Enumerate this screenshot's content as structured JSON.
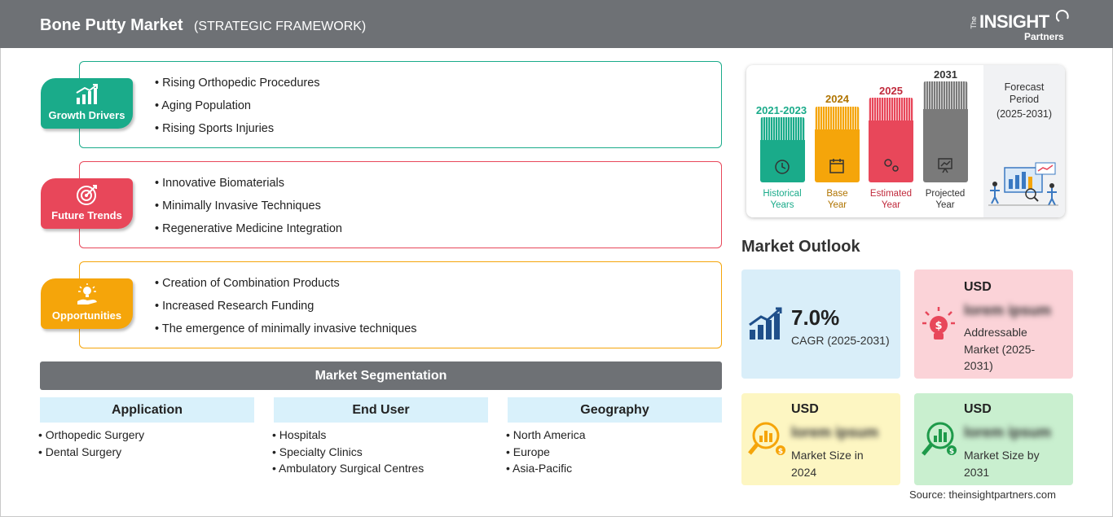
{
  "header": {
    "title": "Bone Putty Market",
    "subtitle": "(STRATEGIC FRAMEWORK)",
    "logo": {
      "the": "The",
      "insight": "INSIGHT",
      "partners": "Partners"
    }
  },
  "framework": [
    {
      "label": "Growth Drivers",
      "icon": "growth-chart-icon",
      "color": "#1aab8a",
      "items": [
        "• Rising Orthopedic Procedures",
        "• Aging Population",
        "• Rising Sports Injuries"
      ]
    },
    {
      "label": "Future Trends",
      "icon": "target-icon",
      "color": "#e8475a",
      "items": [
        "• Innovative Biomaterials",
        "• Minimally Invasive Techniques",
        "• Regenerative Medicine Integration"
      ]
    },
    {
      "label": "Opportunities",
      "icon": "lightbulb-hand-icon",
      "color": "#f5a50a",
      "items": [
        "• Creation of Combination Products",
        "• Increased Research Funding",
        "• The emergence of minimally invasive techniques"
      ]
    }
  ],
  "segmentation": {
    "title": "Market Segmentation",
    "columns": [
      {
        "head": "Application",
        "items": [
          "• Orthopedic Surgery",
          "• Dental Surgery"
        ]
      },
      {
        "head": "End User",
        "items": [
          "• Hospitals",
          "• Specialty Clinics",
          "• Ambulatory Surgical Centres"
        ]
      },
      {
        "head": "Geography",
        "items": [
          "• North America",
          "• Europe",
          "• Asia-Pacific"
        ]
      }
    ]
  },
  "timeline": {
    "periods": [
      {
        "year": "2021-2023",
        "caption1": "Historical",
        "caption2": "Years",
        "color": "#1aab8a",
        "icon": "history-icon"
      },
      {
        "year": "2024",
        "caption1": "Base",
        "caption2": "Year",
        "color": "#f5a50a",
        "icon": "calendar-icon"
      },
      {
        "year": "2025",
        "caption1": "Estimated",
        "caption2": "Year",
        "color": "#e8475a",
        "icon": "gears-icon"
      },
      {
        "year": "2031",
        "caption1": "Projected",
        "caption2": "Year",
        "color": "#7a7a7a",
        "icon": "presentation-icon"
      }
    ],
    "forecast": {
      "line1": "Forecast",
      "line2": "Period",
      "line3": "(2025-2031)"
    }
  },
  "outlook": {
    "title": "Market Outlook",
    "cagr": {
      "value": "7.0%",
      "label": "CAGR (2025-2031)",
      "bg": "#d9eef9"
    },
    "addressable": {
      "usd": "USD",
      "value": "lorem ipsum",
      "line1": "Addressable",
      "line2": "Market (2025-",
      "line3": "2031)",
      "bg": "#fbd3d8"
    },
    "size2024": {
      "usd": "USD",
      "value": "lorem ipsum",
      "line1": "Market Size in",
      "line2": "2024",
      "bg": "#fdf6c2"
    },
    "size2031": {
      "usd": "USD",
      "value": "lorem ipsum",
      "line1": "Market Size by",
      "line2": "2031",
      "bg": "#c9efcf"
    }
  },
  "source": "Source: theinsightpartners.com"
}
